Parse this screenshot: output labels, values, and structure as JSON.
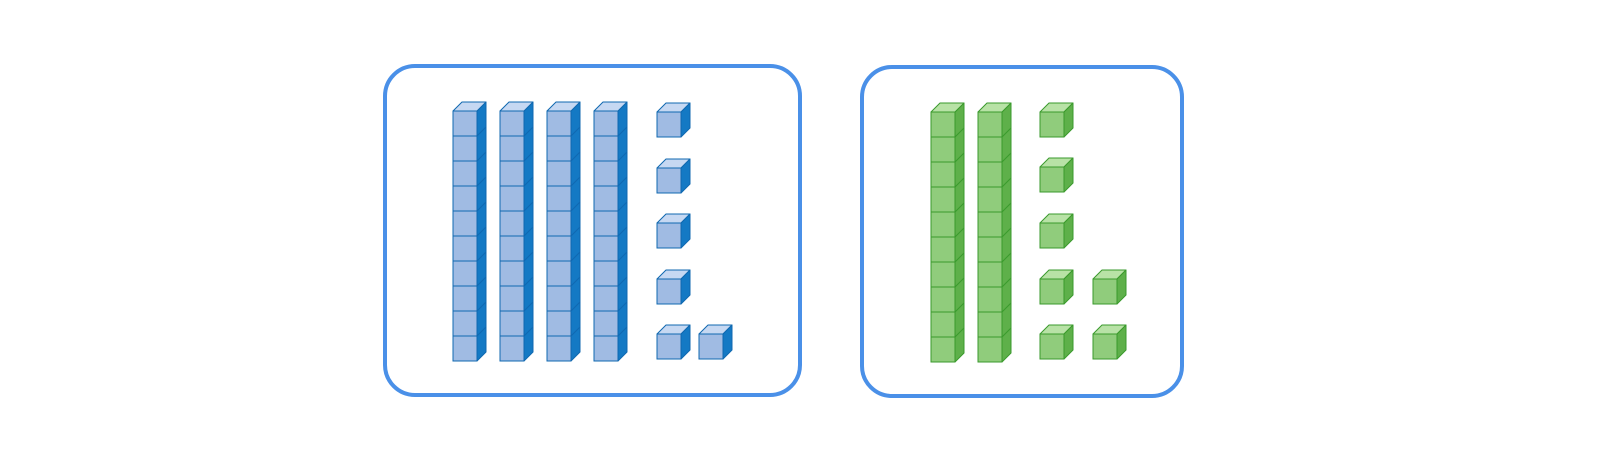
{
  "colors": {
    "frame_border": "#4A90E8",
    "blue_block": {
      "front": "#A0BBE3",
      "top": "#C6D8F2",
      "side": "#1479C4",
      "edge": "#1068B0"
    },
    "green_block": {
      "front": "#90CC7C",
      "top": "#B8E2A6",
      "side": "#5EB04A",
      "edge": "#3A9A2C"
    }
  },
  "panels": [
    {
      "name": "blue-panel",
      "color_key": "blue_block",
      "tens_rods": 4,
      "ones_cubes": 6,
      "total_value": 46
    },
    {
      "name": "green-panel",
      "color_key": "green_block",
      "tens_rods": 2,
      "ones_cubes": 7,
      "total_value": 27
    }
  ]
}
